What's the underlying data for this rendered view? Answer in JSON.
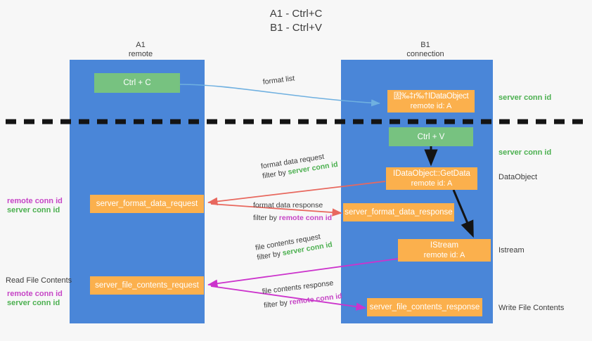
{
  "title": {
    "line1": "A1 - Ctrl+C",
    "line2": "B1 - Ctrl+V"
  },
  "lanes": [
    {
      "id": "a1",
      "name": "A1",
      "sub": "remote"
    },
    {
      "id": "b1",
      "name": "B1",
      "sub": "connection"
    }
  ],
  "nodes": {
    "ctrl_c": {
      "label": "Ctrl + C"
    },
    "idataobject": {
      "label": "固‰‡r‰†IDataObject",
      "sub": "remote id: A"
    },
    "ctrl_v": {
      "label": "Ctrl + V"
    },
    "getdata": {
      "label": "IDataObject::GetData",
      "sub": "remote id: A"
    },
    "istream": {
      "label": "IStream",
      "sub": "remote id: A"
    },
    "server_format_data_request": {
      "label": "server_format_data_request"
    },
    "server_format_data_response": {
      "label": "server_format_data_response"
    },
    "server_file_contents_request": {
      "label": "server_file_contents_request"
    },
    "server_file_contents_response": {
      "label": "server_file_contents_response"
    }
  },
  "edges": {
    "format_list": {
      "text": "format list"
    },
    "format_data_request": {
      "line1": "format data request",
      "filter_prefix": "filter by ",
      "filter_key": "server conn id"
    },
    "format_data_response": {
      "line1": "format data response",
      "filter_prefix": "filter by ",
      "filter_key": "remote conn id"
    },
    "file_contents_request": {
      "line1": "file contents request",
      "filter_prefix": "filter by ",
      "filter_key": "server conn id"
    },
    "file_contents_response": {
      "line1": "file contents response",
      "filter_prefix": "filter by ",
      "filter_key": "remote conn id"
    }
  },
  "annotations": {
    "right_server_conn_top": "server conn id",
    "right_server_conn_mid": "server conn id",
    "right_dataobject": "DataObject",
    "right_istream": "Istream",
    "right_write_file_contents": "Write File Contents",
    "left_remote_conn_mid": "remote conn id",
    "left_server_conn_mid": "server conn id",
    "left_read_file_contents": "Read File Contents",
    "left_remote_conn_bottom": "remote conn id",
    "left_server_conn_bottom": "server conn id"
  },
  "colors": {
    "lane": "#4a86d8",
    "green_node": "#77c280",
    "orange_node": "#fbb04d",
    "green_text": "#4cb050",
    "magenta_text": "#c645c6",
    "blue_arrow": "#6fb0e0",
    "red_arrow": "#e8685e",
    "magenta_arrow": "#cc33cc",
    "dark_arrow": "#141414",
    "background": "#f7f7f7"
  }
}
